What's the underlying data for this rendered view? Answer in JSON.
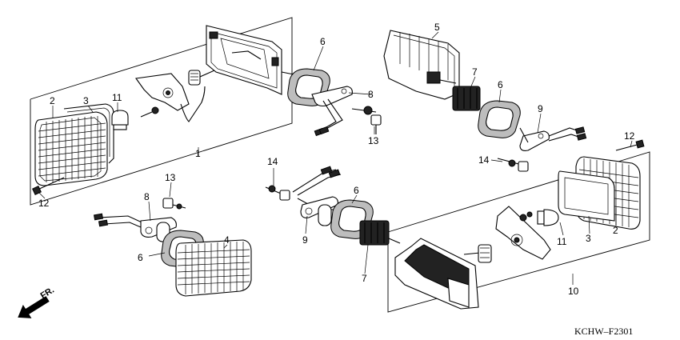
{
  "diagram": {
    "callouts": {
      "n1": "1",
      "n2a": "2",
      "n3a": "3",
      "n11a": "11",
      "n12a": "12",
      "n6a": "6",
      "n8a": "8",
      "n13a": "13",
      "n5": "5",
      "n7a": "7",
      "n6b": "6",
      "n9a": "9",
      "n14a": "14",
      "n12b": "12",
      "n2b": "2",
      "n3b": "3",
      "n11b": "11",
      "n14b": "14",
      "n6c": "6",
      "n9b": "9",
      "n7b": "7",
      "n10": "10",
      "n13b": "13",
      "n8b": "8",
      "n6d": "6",
      "n4": "4"
    },
    "direction_label": "FR.",
    "figure_code": "KCHW–F2301"
  }
}
